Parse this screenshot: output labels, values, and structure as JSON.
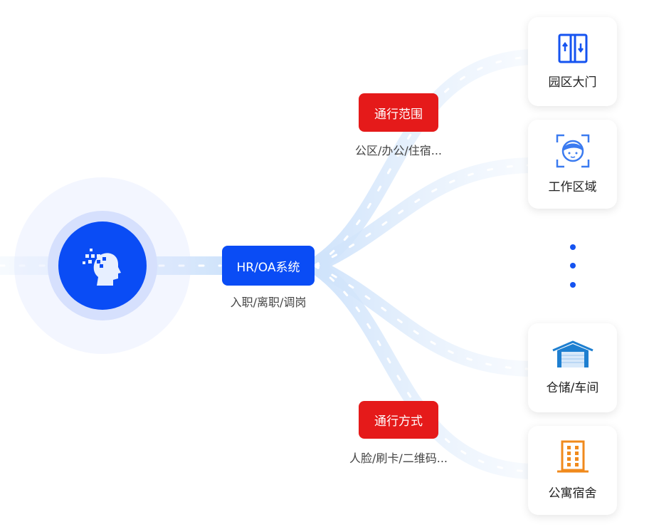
{
  "center": {
    "icon": "brain-head-icon"
  },
  "hub": {
    "label": "HR/OA系统",
    "sub": "入职/离职/调岗"
  },
  "tags": [
    {
      "label": "通行范围",
      "sub": "公区/办公/住宿..."
    },
    {
      "label": "通行方式",
      "sub": "人脸/刷卡/二维码..."
    }
  ],
  "cards": [
    {
      "label": "园区大门",
      "icon": "gate-icon"
    },
    {
      "label": "工作区域",
      "icon": "face-scan-icon"
    },
    {
      "label": "仓储/车间",
      "icon": "warehouse-icon"
    },
    {
      "label": "公寓宿舍",
      "icon": "building-icon"
    }
  ],
  "colors": {
    "primary": "#0a4cf5",
    "tag": "#e51a1a",
    "line": "#d6e7fb",
    "orange": "#f08a1c"
  }
}
